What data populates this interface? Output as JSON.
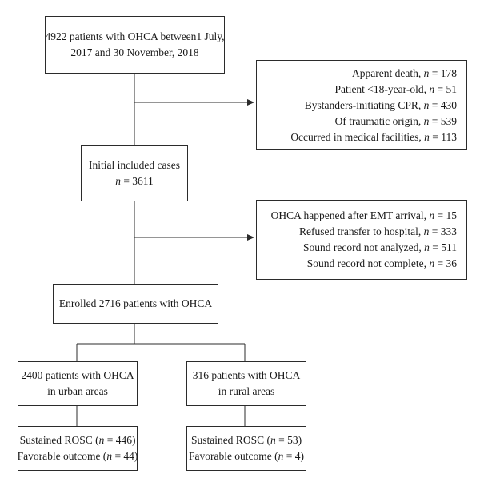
{
  "boxes": {
    "start": {
      "lines": [
        "4922 patients with OHCA between1 July,",
        "2017 and 30 November, 2018"
      ]
    },
    "exclusion1": {
      "items": [
        {
          "label": "Apparent death, ",
          "n_var": "n",
          "rest": " = 178"
        },
        {
          "label": "Patient <18-year-old, ",
          "n_var": "n",
          "rest": " = 51"
        },
        {
          "label": "Bystanders-initiating CPR, ",
          "n_var": "n",
          "rest": " = 430"
        },
        {
          "label": "Of traumatic origin, ",
          "n_var": "n",
          "rest": " = 539"
        },
        {
          "label": "Occurred in medical facilities, ",
          "n_var": "n",
          "rest": " = 113"
        }
      ]
    },
    "initial": {
      "line1": "Initial included cases",
      "n_var": "n",
      "line2_rest": " = 3611"
    },
    "exclusion2": {
      "items": [
        {
          "label": "OHCA happened after EMT arrival, ",
          "n_var": "n",
          "rest": " = 15"
        },
        {
          "label": "Refused transfer to hospital, ",
          "n_var": "n",
          "rest": " = 333"
        },
        {
          "label": "Sound record not analyzed, ",
          "n_var": "n",
          "rest": " = 511"
        },
        {
          "label": "Sound record not complete, ",
          "n_var": "n",
          "rest": " = 36"
        }
      ]
    },
    "enrolled": {
      "text": "Enrolled 2716 patients with OHCA"
    },
    "urban": {
      "lines": [
        "2400 patients with OHCA",
        "in urban areas"
      ]
    },
    "rural": {
      "lines": [
        "316 patients with OHCA",
        "in rural areas"
      ]
    },
    "urban_outcome": {
      "l1_label": "Sustained ROSC (",
      "l1_var": "n",
      "l1_rest": " = 446)",
      "l2_label": "Favorable outcome (",
      "l2_var": "n",
      "l2_rest": " = 44)"
    },
    "rural_outcome": {
      "l1_label": "Sustained ROSC (",
      "l1_var": "n",
      "l1_rest": " = 53)",
      "l2_label": "Favorable outcome (",
      "l2_var": "n",
      "l2_rest": " = 4)"
    }
  },
  "colors": {
    "line": "#2b2b2b",
    "text": "#1a1a1a",
    "background": "#ffffff"
  }
}
